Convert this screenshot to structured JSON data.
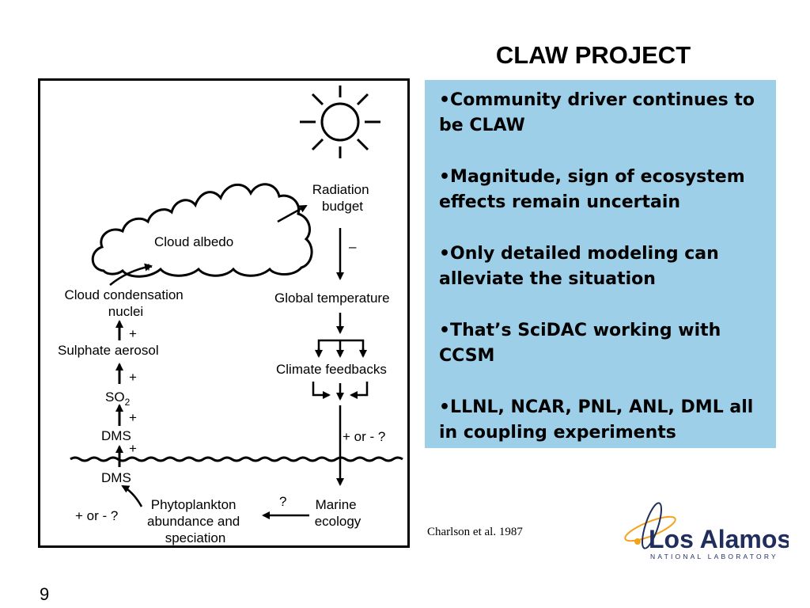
{
  "slide": {
    "title": "CLAW PROJECT",
    "page_number": "9",
    "citation": "Charlson et al. 1987"
  },
  "diagram": {
    "cloud_albedo": "Cloud albedo",
    "radiation_budget": [
      "Radiation",
      "budget"
    ],
    "global_temperature": "Global temperature",
    "climate_feedbacks": "Climate feedbacks",
    "marine_ecology": [
      "Marine",
      "ecology"
    ],
    "phytoplankton": [
      "Phytoplankton",
      "abundance and",
      "speciation"
    ],
    "ccn": [
      "Cloud condensation",
      "nuclei"
    ],
    "sulphate_aerosol": "Sulphate aerosol",
    "so2": "SO",
    "so2_sub": "2",
    "dms_air": "DMS",
    "dms_sea": "DMS",
    "sign_plus": "+",
    "sign_minus": "–",
    "sign_question": "?",
    "sign_plus_or_minus_q": "+ or - ?"
  },
  "bullets": [
    "•Community driver continues to be CLAW",
    "•Magnitude, sign of ecosystem effects remain uncertain",
    "•Only detailed modeling can alleviate the situation",
    "•That’s SciDAC working with CCSM",
    "•LLNL, NCAR, PNL, ANL, DML all in coupling experiments"
  ],
  "logo": {
    "name": "Los Alamos",
    "subtitle": "NATIONAL LABORATORY",
    "text_color": "#1f2e5c",
    "accent_color": "#f2a31b"
  },
  "colors": {
    "bullet_panel": "#9dcfe8"
  }
}
